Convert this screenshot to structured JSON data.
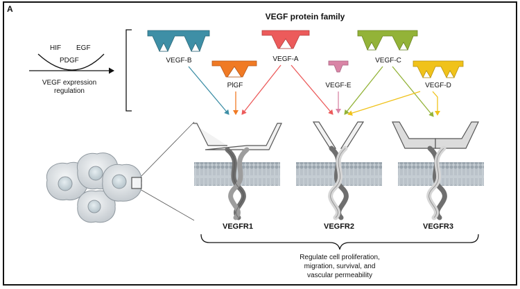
{
  "panel": {
    "letter": "A"
  },
  "family": {
    "title": "VEGF protein family"
  },
  "regulation": {
    "factors": [
      "HIF",
      "EGF",
      "PDGF"
    ],
    "caption_line1": "VEGF expression",
    "caption_line2": "regulation"
  },
  "ligands": [
    {
      "id": "vegf-b",
      "name": "VEGF-B",
      "color": "#3e8fa6"
    },
    {
      "id": "plgf",
      "name": "PlGF",
      "color": "#f07a24"
    },
    {
      "id": "vegf-a",
      "name": "VEGF-A",
      "color": "#ec5b5b"
    },
    {
      "id": "vegf-e",
      "name": "VEGF-E",
      "color": "#d985a6"
    },
    {
      "id": "vegf-c",
      "name": "VEGF-C",
      "color": "#93b338"
    },
    {
      "id": "vegf-d",
      "name": "VEGF-D",
      "color": "#f0c21a"
    }
  ],
  "receptors": [
    {
      "id": "vegfr1",
      "name": "VEGFR1",
      "binds": [
        "VEGF-B",
        "PlGF",
        "VEGF-A"
      ]
    },
    {
      "id": "vegfr2",
      "name": "VEGFR2",
      "binds": [
        "VEGF-A",
        "VEGF-E",
        "VEGF-C",
        "VEGF-D"
      ]
    },
    {
      "id": "vegfr3",
      "name": "VEGFR3",
      "binds": [
        "VEGF-C",
        "VEGF-D"
      ]
    }
  ],
  "outcome": {
    "line1": "Regulate cell proliferation,",
    "line2": "migration, survival, and",
    "line3": "vascular permeability"
  }
}
